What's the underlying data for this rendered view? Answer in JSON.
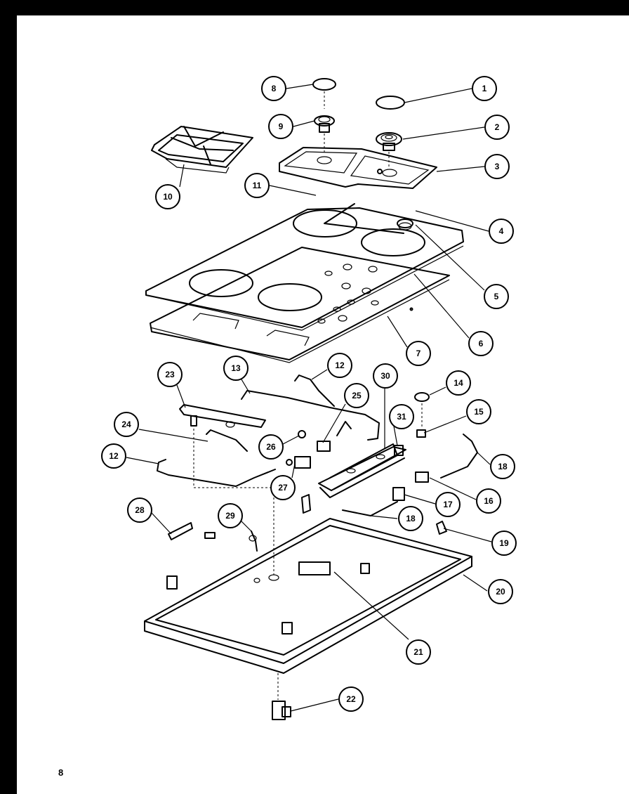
{
  "page": {
    "page_number": "8"
  },
  "callouts": [
    {
      "id": "c8",
      "label": "8"
    },
    {
      "id": "c1",
      "label": "1"
    },
    {
      "id": "c9",
      "label": "9"
    },
    {
      "id": "c2",
      "label": "2"
    },
    {
      "id": "c3",
      "label": "3"
    },
    {
      "id": "c10",
      "label": "10"
    },
    {
      "id": "c11",
      "label": "11"
    },
    {
      "id": "c4",
      "label": "4"
    },
    {
      "id": "c5",
      "label": "5"
    },
    {
      "id": "c6",
      "label": "6"
    },
    {
      "id": "c7",
      "label": "7"
    },
    {
      "id": "c23",
      "label": "23"
    },
    {
      "id": "c13",
      "label": "13"
    },
    {
      "id": "c12a",
      "label": "12"
    },
    {
      "id": "c30",
      "label": "30"
    },
    {
      "id": "c14",
      "label": "14"
    },
    {
      "id": "c25",
      "label": "25"
    },
    {
      "id": "c15",
      "label": "15"
    },
    {
      "id": "c24",
      "label": "24"
    },
    {
      "id": "c31",
      "label": "31"
    },
    {
      "id": "c26",
      "label": "26"
    },
    {
      "id": "c12b",
      "label": "12"
    },
    {
      "id": "c18a",
      "label": "18"
    },
    {
      "id": "c27",
      "label": "27"
    },
    {
      "id": "c16",
      "label": "16"
    },
    {
      "id": "c17",
      "label": "17"
    },
    {
      "id": "c28",
      "label": "28"
    },
    {
      "id": "c29",
      "label": "29"
    },
    {
      "id": "c18b",
      "label": "18"
    },
    {
      "id": "c19",
      "label": "19"
    },
    {
      "id": "c20",
      "label": "20"
    },
    {
      "id": "c21",
      "label": "21"
    },
    {
      "id": "c22",
      "label": "22"
    }
  ]
}
